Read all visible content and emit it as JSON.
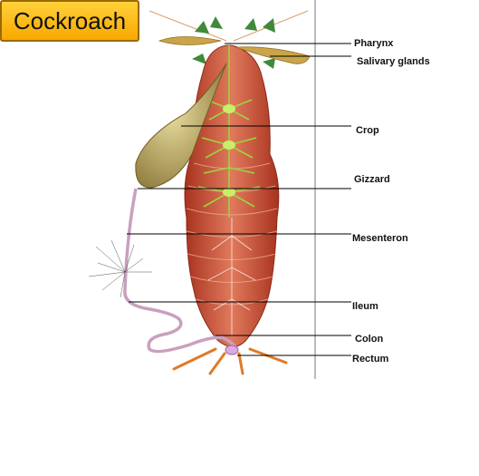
{
  "title": "Cockroach",
  "labels": {
    "pharynx": "Pharynx",
    "salivary_glands": "Salivary glands",
    "crop": "Crop",
    "gizzard": "Gizzard",
    "mesenteron": "Mesenteron",
    "ileum": "Ileum",
    "colon": "Colon",
    "rectum": "Rectum"
  },
  "colors": {
    "title_badge": "#f7b500",
    "body": "#c9553b",
    "nerves": "#9bd63a",
    "crop": "#b9a35c",
    "intestine": "#c9a0c0",
    "legs": "#e07a28"
  }
}
